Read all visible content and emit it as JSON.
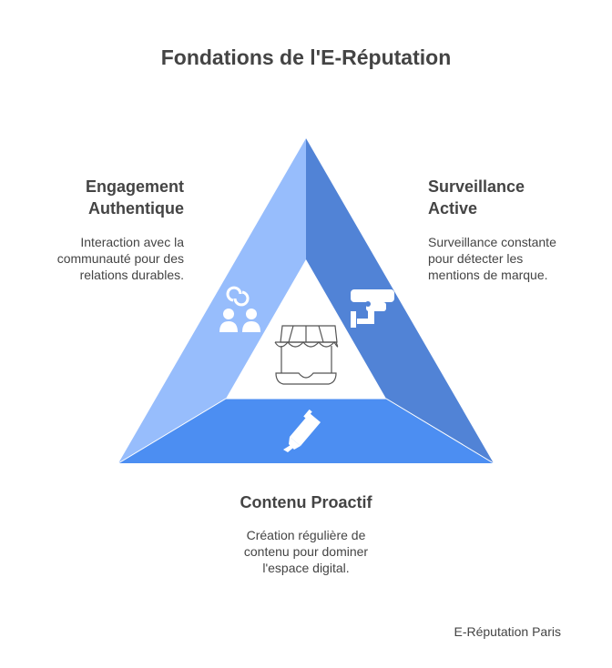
{
  "title": "Fondations de l'E-Réputation",
  "sections": [
    {
      "heading": "Engagement Authentique",
      "description": "Interaction avec la communauté pour des relations durables.",
      "color": "#97BDFC",
      "icon": "community-icon"
    },
    {
      "heading": "Surveillance Active",
      "description": "Surveillance constante pour détecter les mentions de marque.",
      "color": "#5183D6",
      "icon": "security-camera-icon"
    },
    {
      "heading": "Contenu Proactif",
      "description": "Création régulière de contenu pour dominer l'espace digital.",
      "color": "#4C8EF2",
      "icon": "highlighter-pen-icon"
    }
  ],
  "center_icon": "storefront-icon",
  "footer": "E-Réputation Paris"
}
